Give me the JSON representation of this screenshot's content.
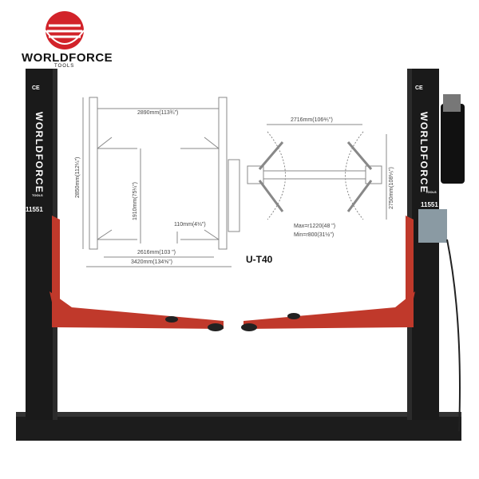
{
  "logo": {
    "name": "WORLDFORCE",
    "sub": "TOOLS",
    "color": "#d2232a"
  },
  "columns": {
    "left": {
      "brand": "WORLDFORCE",
      "sub": "TOOLS",
      "number": "11551",
      "mark": "CE"
    },
    "right": {
      "brand": "WORLDFORCE",
      "sub": "TOOLS",
      "number": "11551",
      "mark": "CE"
    }
  },
  "diagram_front": {
    "width_inner": "2890mm(113¾\")",
    "height": "2850mm(112¼\")",
    "lift_height": "1910mm(75¼\")",
    "min_height": "110mm(4⅓\")",
    "drive_through": "2616mm(103 \")",
    "overall_width": "3420mm(134⅝\")"
  },
  "diagram_top": {
    "width": "2716mm(106⅘\")",
    "depth": "2750mm(108⅕\")",
    "max_reach": "Max=r1220(48 \")",
    "min_reach": "Min=r800(31½\")"
  },
  "model": "U-T40",
  "colors": {
    "column": "#1a1a1a",
    "arm": "#c0392b",
    "brand_red": "#d2232a"
  }
}
